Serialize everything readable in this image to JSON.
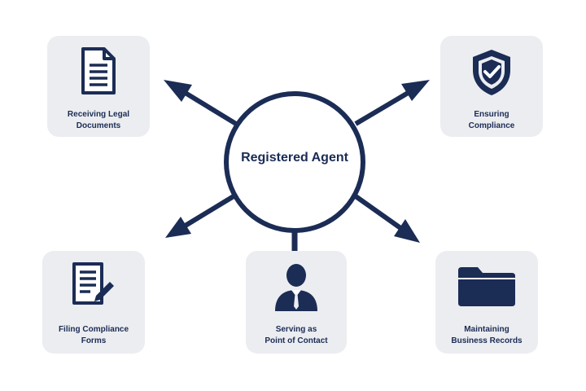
{
  "center": {
    "label": "Registered Agent"
  },
  "roles": [
    {
      "icon": "document-icon",
      "line1": "Receiving Legal",
      "line2": "Documents"
    },
    {
      "icon": "shield-check-icon",
      "line1": "Ensuring",
      "line2": "Compliance"
    },
    {
      "icon": "document-pen-icon",
      "line1": "Filing Compliance",
      "line2": "Forms"
    },
    {
      "icon": "person-icon",
      "line1": "Serving as",
      "line2": "Point of Contact"
    },
    {
      "icon": "folder-icon",
      "line1": "Maintaining",
      "line2": "Business Records"
    }
  ],
  "colors": {
    "primary": "#1b2c55",
    "card_background": "#ebedf0",
    "page_background": "#ffffff"
  }
}
